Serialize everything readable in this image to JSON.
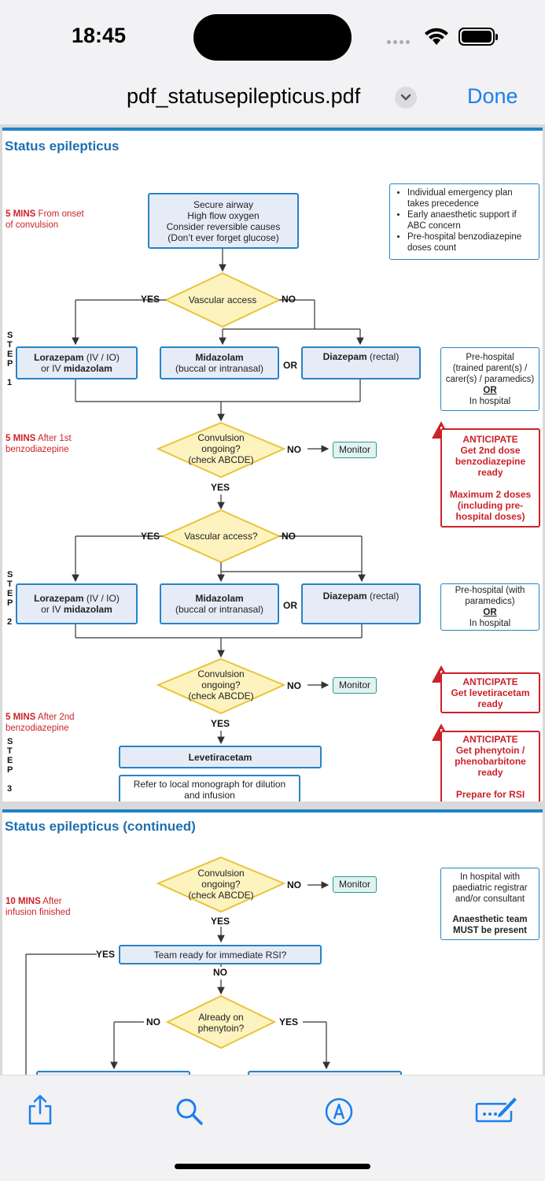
{
  "status_bar": {
    "time": "18:45"
  },
  "nav": {
    "file_title": "pdf_statusepilepticus.pdf",
    "done_label": "Done"
  },
  "page1": {
    "title": "Status epilepticus",
    "mins1": {
      "bold": "5 MINS",
      "text": " From onset",
      "text2": "of convulsion"
    },
    "start_box": [
      "Secure airway",
      "High flow oxygen",
      "Consider reversible causes",
      "(Don’t ever forget glucose)"
    ],
    "notes": [
      "Individual emergency plan takes precedence",
      "Early anaesthetic support if ABC concern",
      "Pre-hospital benzodiazepine doses count"
    ],
    "yes": "YES",
    "no": "NO",
    "or": "OR",
    "vascular_access": "Vascular access",
    "vascular_access_q": "Vascular access?",
    "step_letters": [
      "S",
      "T",
      "E",
      "P"
    ],
    "step1": "1",
    "step2": "2",
    "step3": "3",
    "lorazepam_bold": "Lorazepam",
    "lorazepam_rest": " (IV / IO)",
    "or_iv": "or IV ",
    "midazolam_bold": "midazolam",
    "midazolam_title": "Midazolam",
    "midazolam_sub": "(buccal or intranasal)",
    "diazepam_bold": "Diazepam",
    "diazepam_rest": " (rectal)",
    "prehosp1": [
      "Pre-hospital",
      "(trained parent(s) /",
      "carer(s) / paramedics)",
      "OR",
      "In hospital"
    ],
    "mins2": {
      "bold": "5 MINS",
      "text": " After 1st",
      "text2": "benzodiazepine"
    },
    "convulsion_q": [
      "Convulsion",
      "ongoing?",
      "(check ABCDE)"
    ],
    "monitor": "Monitor",
    "anticipate1": [
      "ANTICIPATE",
      "Get 2nd dose",
      "benzodiazepine",
      "ready",
      "",
      "Maximum 2 doses",
      "(including pre-",
      "hospital doses)"
    ],
    "prehosp2": [
      "Pre-hospital (with",
      "paramedics)",
      "OR",
      "In hospital"
    ],
    "anticipate2": [
      "ANTICIPATE",
      "Get levetiracetam",
      "ready"
    ],
    "mins3": {
      "bold": "5 MINS",
      "text": " After 2nd",
      "text2": "benzodiazepine"
    },
    "levetiracetam": "Levetiracetam",
    "refer": [
      "Refer to local monograph for dilution",
      "and infusion"
    ],
    "anticipate3": [
      "ANTICIPATE",
      "Get phenytoin /",
      "phenobarbitone",
      "ready",
      "",
      "Prepare for RSI"
    ]
  },
  "page2": {
    "title": "Status epilepticus (continued)",
    "mins": {
      "bold": "10 MINS",
      "text": " After",
      "text2": "infusion finished"
    },
    "inhosp": [
      "In hospital with",
      "paediatric registrar",
      "and/or consultant",
      "",
      "Anaesthetic team",
      "MUST be present"
    ],
    "team_ready": "Team ready for immediate RSI?",
    "phenytoin_q": [
      "Already on",
      "phenytoin?"
    ]
  }
}
